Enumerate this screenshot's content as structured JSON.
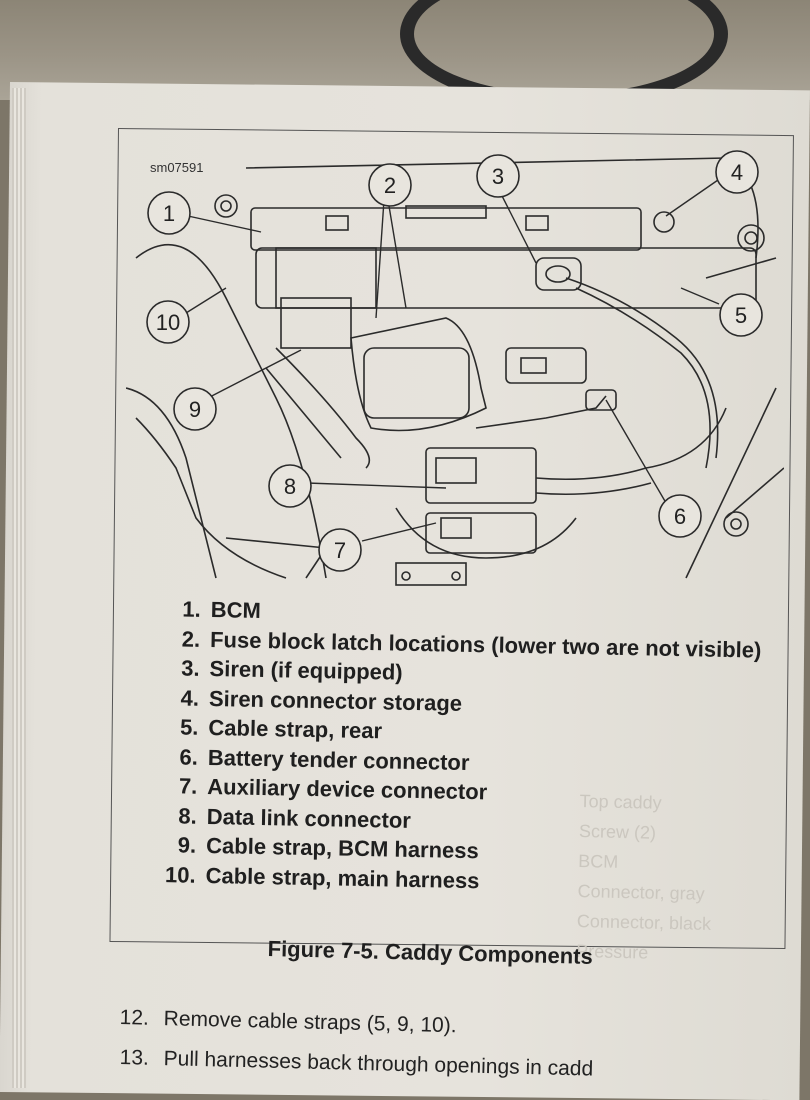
{
  "figure": {
    "id": "sm07591",
    "caption": "Figure 7-5. Caddy Components",
    "callouts": [
      "1",
      "2",
      "3",
      "4",
      "5",
      "6",
      "7",
      "8",
      "9",
      "10"
    ],
    "legend": [
      {
        "num": "1.",
        "text": "BCM"
      },
      {
        "num": "2.",
        "text": "Fuse block latch locations (lower two are not visible)"
      },
      {
        "num": "3.",
        "text": "Siren (if equipped)"
      },
      {
        "num": "4.",
        "text": "Siren connector storage"
      },
      {
        "num": "5.",
        "text": "Cable strap, rear"
      },
      {
        "num": "6.",
        "text": "Battery tender connector"
      },
      {
        "num": "7.",
        "text": "Auxiliary device connector"
      },
      {
        "num": "8.",
        "text": "Data link connector"
      },
      {
        "num": "9.",
        "text": "Cable strap, BCM harness"
      },
      {
        "num": "10.",
        "text": "Cable strap, main harness"
      }
    ]
  },
  "steps": [
    {
      "num": "12.",
      "text": "Remove cable straps (5, 9, 10)."
    },
    {
      "num": "13.",
      "text": "Pull harnesses back through openings in cadd"
    }
  ],
  "bleed_through": [
    "Top caddy",
    "Screw (2)",
    "BCM",
    "Connector, gray",
    "Connector, black",
    "Pressure"
  ]
}
